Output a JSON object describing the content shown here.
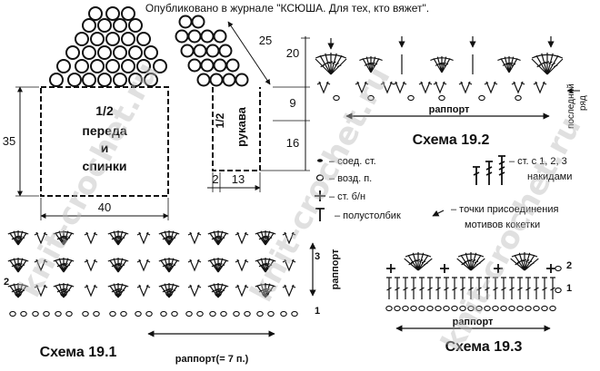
{
  "header": {
    "caption": "Опубликовано в журнале \"КСЮША. Для тех, кто вяжет\"."
  },
  "watermark": {
    "text": "knit-crochet.ru"
  },
  "pattern_pieces": {
    "body": {
      "label_lines": [
        "1/2",
        "переда",
        "и",
        "спинки"
      ],
      "height": "35",
      "width": "40"
    },
    "sleeve": {
      "label_lines": [
        "1/2",
        "рукава"
      ],
      "dim_top": "25",
      "dim_upper": "20",
      "dim_mid": "9",
      "dim_lower": "16",
      "dim_base": "13",
      "dim_offset": "2"
    }
  },
  "legend": {
    "slip_stitch": "– соед. ст.",
    "chain": "– возд. п.",
    "single_crochet": "– ст. б/н",
    "half_double": "– полустолбик",
    "multi_crochet": [
      "– ст. с 1, 2, 3",
      "накидами"
    ],
    "join_points": [
      "– точки присоединения",
      "мотивов кокетки"
    ]
  },
  "scheme_19_2": {
    "title": "Схема 19.2",
    "repeat_label": "раппорт",
    "last_row_label": [
      "последний",
      "ряд"
    ]
  },
  "scheme_19_1": {
    "title": "Схема 19.1",
    "repeat_label": "раппорт(= 7 п.)",
    "side_repeat_label": "раппорт",
    "row_numbers": [
      "1",
      "2",
      "3"
    ],
    "left_row_number": "2"
  },
  "scheme_19_3": {
    "title": "Схема 19.3",
    "repeat_label": "раппорт",
    "row_numbers": [
      "1",
      "2"
    ]
  },
  "colors": {
    "ink": "#111111",
    "watermark": "#bcbcbc"
  }
}
